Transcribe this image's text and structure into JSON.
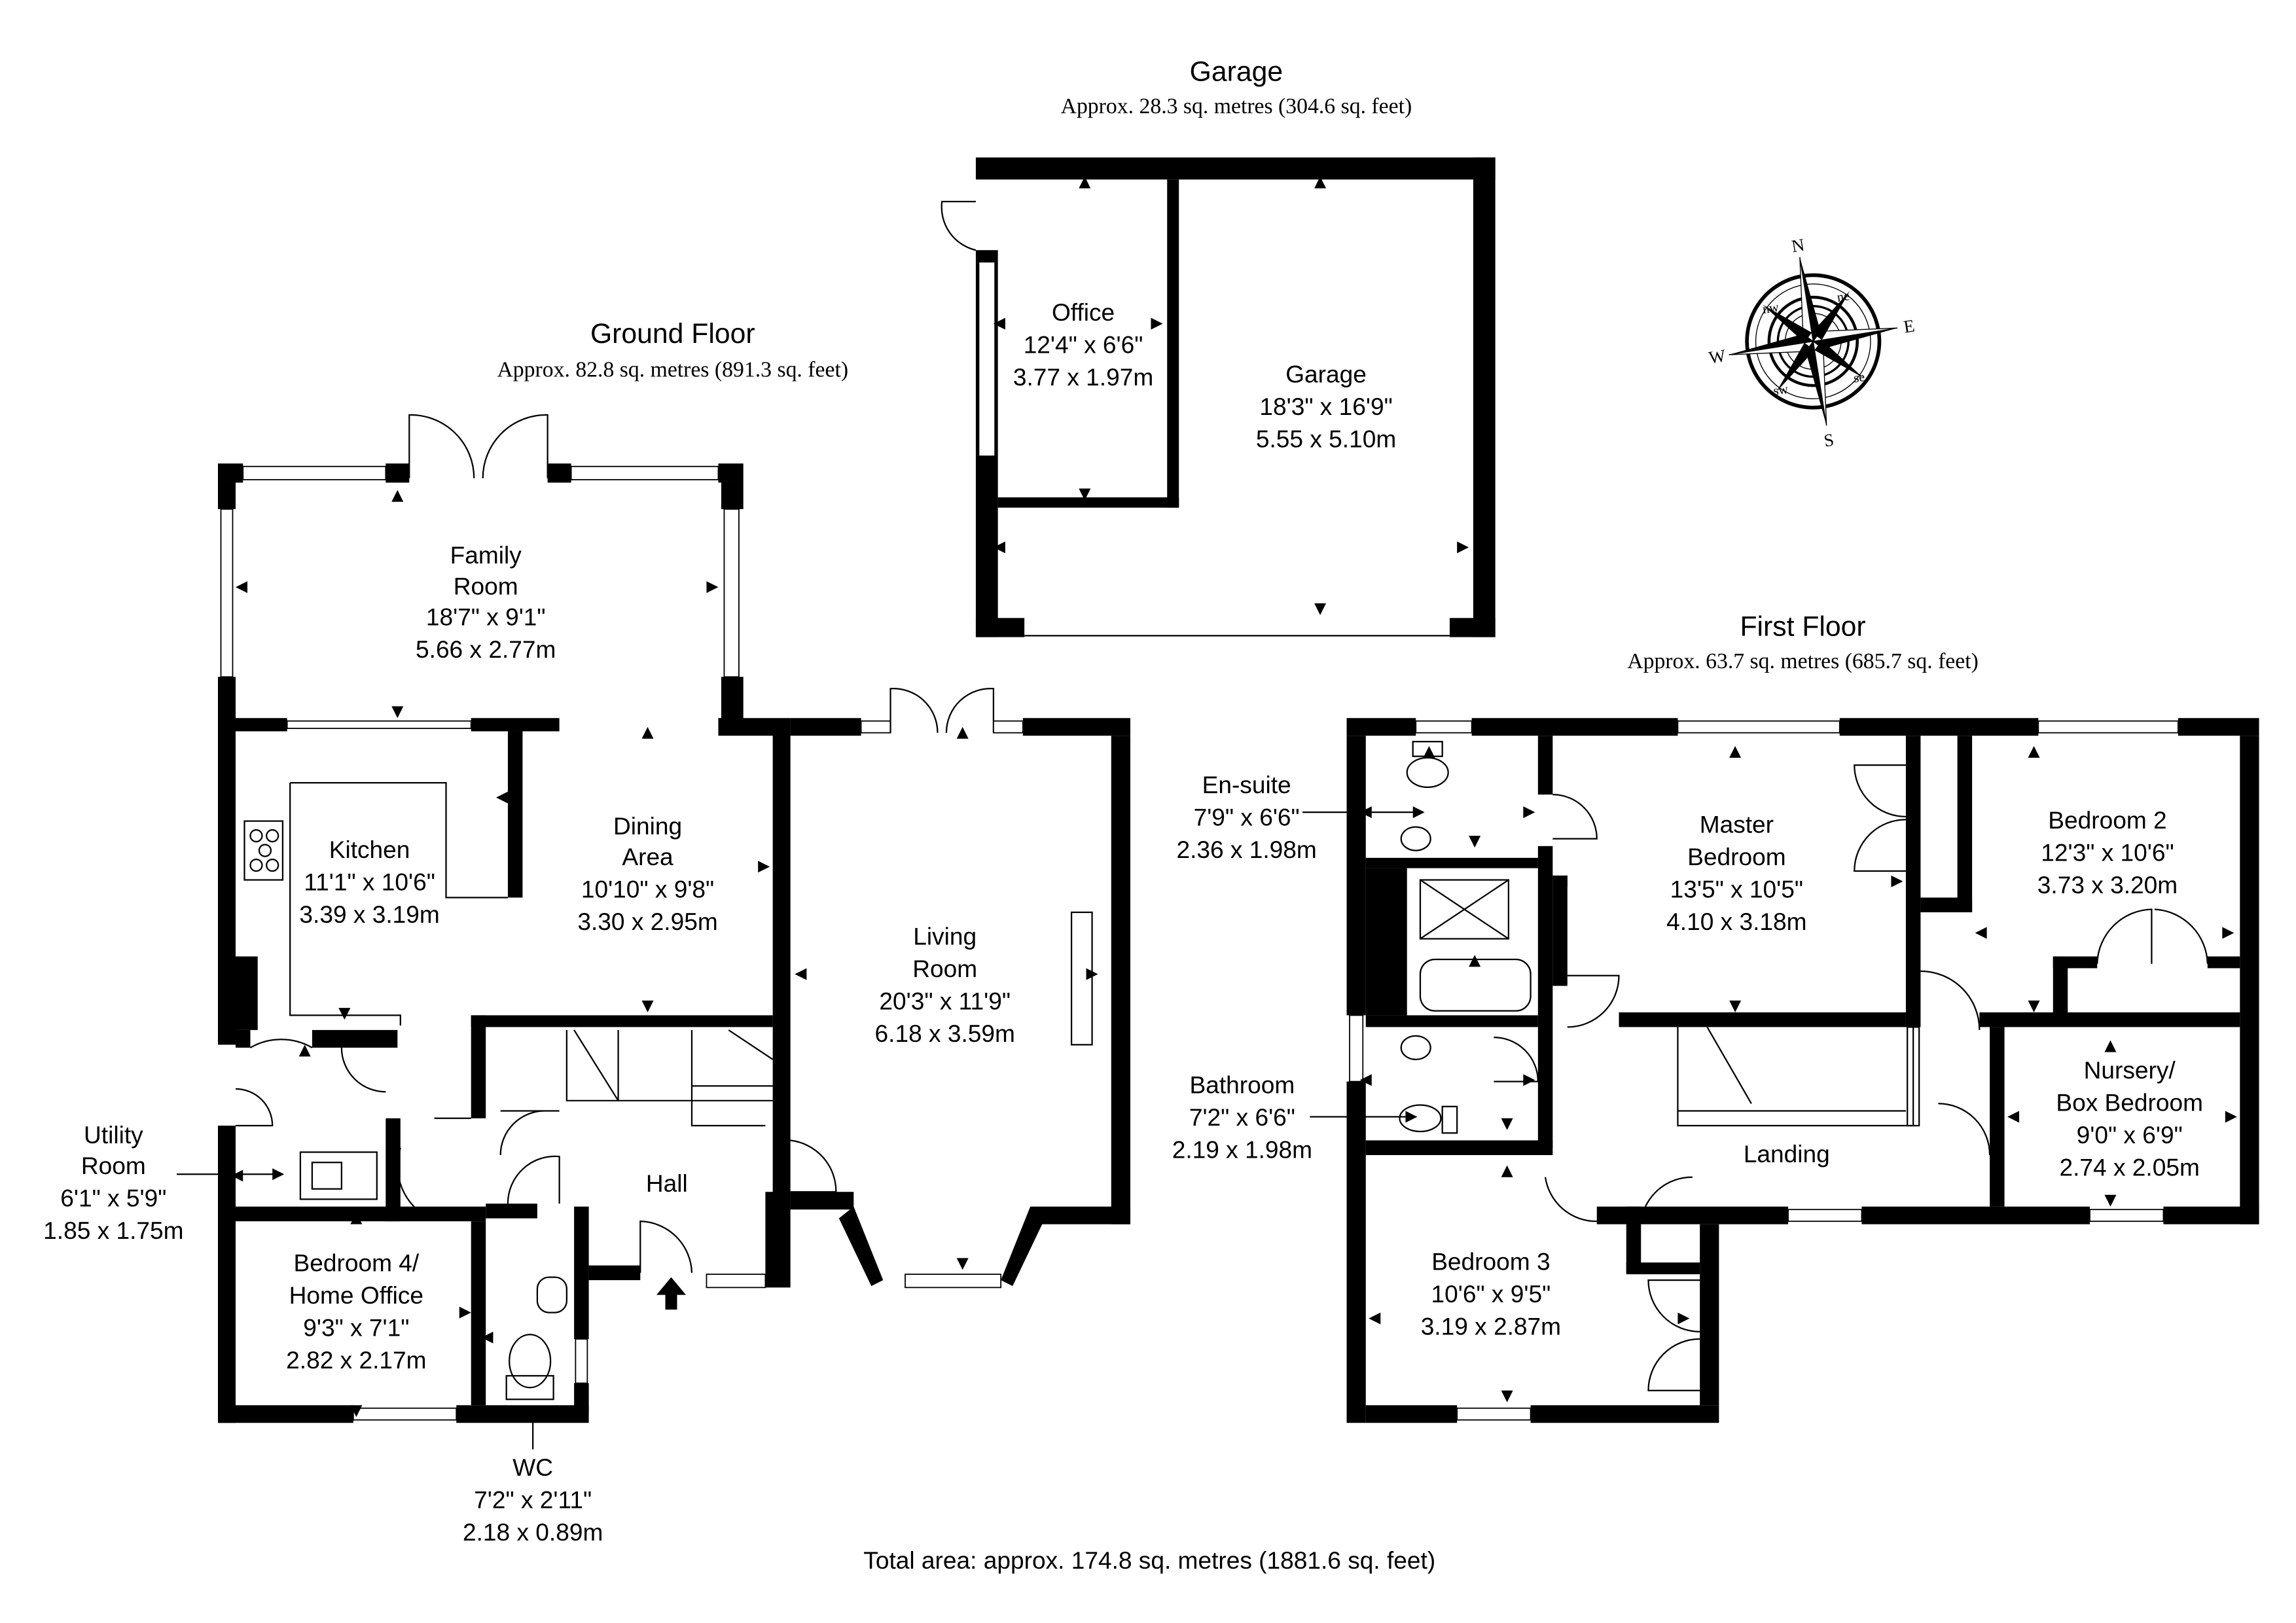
{
  "garage_plan": {
    "title": "Garage",
    "area": "Approx. 28.3 sq. metres (304.6 sq. feet)"
  },
  "ground_floor": {
    "title": "Ground Floor",
    "area": "Approx. 82.8 sq. metres (891.3 sq. feet)"
  },
  "first_floor": {
    "title": "First Floor",
    "area": "Approx. 63.7 sq. metres (685.7 sq. feet)"
  },
  "total_area": "Total area: approx. 174.8 sq. metres (1881.6 sq. feet)",
  "compass": {
    "n": "N",
    "e": "E",
    "s": "S",
    "w": "W",
    "ne": "ne",
    "nw": "nw",
    "se": "se",
    "sw": "sw"
  },
  "rooms": {
    "family_room": [
      "Family",
      "Room",
      "18'7\" x 9'1\"",
      "5.66 x 2.77m"
    ],
    "kitchen": [
      "Kitchen",
      "11'1\" x 10'6\"",
      "3.39 x 3.19m"
    ],
    "dining_area": [
      "Dining",
      "Area",
      "10'10\" x 9'8\"",
      "3.30 x 2.95m"
    ],
    "living_room": [
      "Living",
      "Room",
      "20'3\" x 11'9\"",
      "6.18 x 3.59m"
    ],
    "hall": [
      "Hall"
    ],
    "utility_room": [
      "Utility",
      "Room",
      "6'1\" x 5'9\"",
      "1.85 x 1.75m"
    ],
    "bedroom_4": [
      "Bedroom 4/",
      "Home Office",
      "9'3\" x 7'1\"",
      "2.82 x 2.17m"
    ],
    "wc": [
      "WC",
      "7'2\" x 2'11\"",
      "2.18 x 0.89m"
    ],
    "office": [
      "Office",
      "12'4\" x 6'6\"",
      "3.77 x 1.97m"
    ],
    "garage": [
      "Garage",
      "18'3\" x 16'9\"",
      "5.55 x 5.10m"
    ],
    "en_suite": [
      "En-suite",
      "7'9\" x 6'6\"",
      "2.36 x 1.98m"
    ],
    "master_bedroom": [
      "Master",
      "Bedroom",
      "13'5\" x 10'5\"",
      "4.10 x 3.18m"
    ],
    "bedroom_2": [
      "Bedroom 2",
      "12'3\" x 10'6\"",
      "3.73 x 3.20m"
    ],
    "bathroom": [
      "Bathroom",
      "7'2\" x 6'6\"",
      "2.19 x 1.98m"
    ],
    "landing": [
      "Landing"
    ],
    "nursery": [
      "Nursery/",
      "Box Bedroom",
      "9'0\" x 6'9\"",
      "2.74 x 2.05m"
    ],
    "bedroom_3": [
      "Bedroom 3",
      "10'6\" x 9'5\"",
      "3.19 x 2.87m"
    ]
  }
}
